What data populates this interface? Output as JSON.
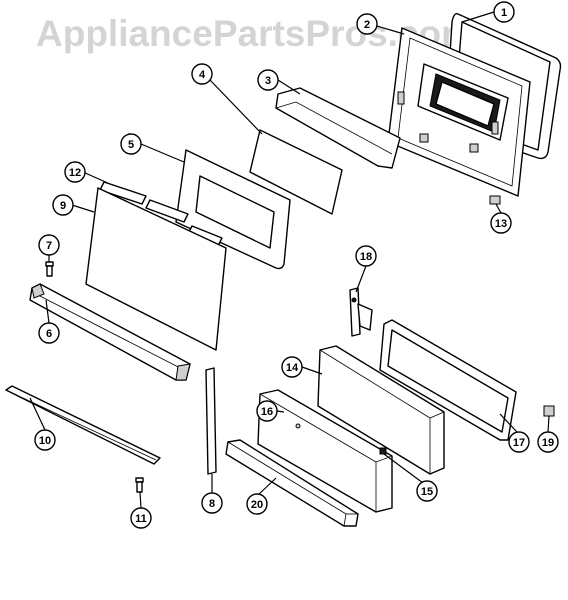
{
  "watermark": "AppliancePartsPros.com",
  "callouts": [
    {
      "id": "1",
      "label": "1"
    },
    {
      "id": "2",
      "label": "2"
    },
    {
      "id": "3",
      "label": "3"
    },
    {
      "id": "4",
      "label": "4"
    },
    {
      "id": "5",
      "label": "5"
    },
    {
      "id": "6",
      "label": "6"
    },
    {
      "id": "7",
      "label": "7"
    },
    {
      "id": "8",
      "label": "8"
    },
    {
      "id": "9",
      "label": "9"
    },
    {
      "id": "10",
      "label": "10"
    },
    {
      "id": "11",
      "label": "11"
    },
    {
      "id": "12",
      "label": "12"
    },
    {
      "id": "13",
      "label": "13"
    },
    {
      "id": "14",
      "label": "14"
    },
    {
      "id": "15",
      "label": "15"
    },
    {
      "id": "16",
      "label": "16"
    },
    {
      "id": "17",
      "label": "17"
    },
    {
      "id": "18",
      "label": "18"
    },
    {
      "id": "19",
      "label": "19"
    },
    {
      "id": "20",
      "label": "20"
    }
  ]
}
